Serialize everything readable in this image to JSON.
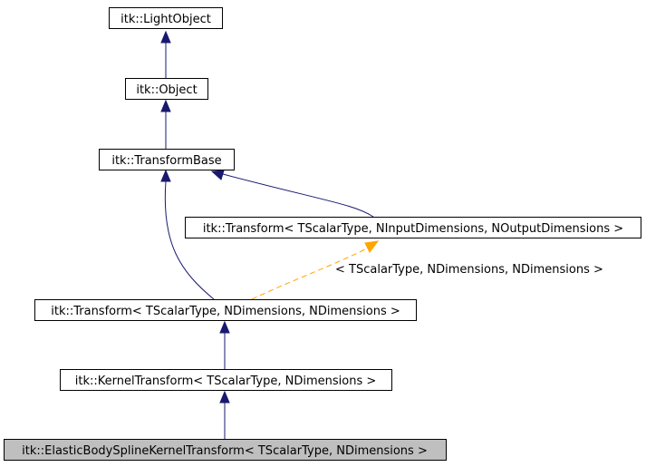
{
  "nodes": {
    "lightobject": {
      "label": "itk::LightObject"
    },
    "object": {
      "label": "itk::Object"
    },
    "transformbase": {
      "label": "itk::TransformBase"
    },
    "transform_generic": {
      "label": "itk::Transform< TScalarType, NInputDimensions, NOutputDimensions >"
    },
    "transform_nd": {
      "label": "itk::Transform< TScalarType, NDimensions, NDimensions >"
    },
    "kerneltransform": {
      "label": "itk::KernelTransform< TScalarType, NDimensions >"
    },
    "elasticbody": {
      "label": "itk::ElasticBodySplineKernelTransform< TScalarType, NDimensions >"
    }
  },
  "edges": {
    "template_instantiation_label": "< TScalarType, NDimensions, NDimensions >"
  },
  "colors": {
    "inheritance_edge": "#191970",
    "template_edge": "#ffa500",
    "highlight_fill": "#bfbfbf"
  }
}
